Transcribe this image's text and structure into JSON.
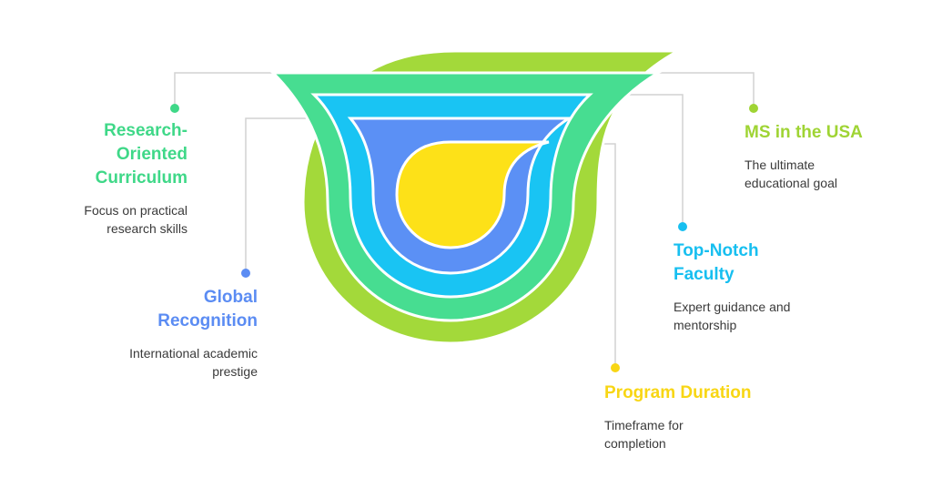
{
  "colors": {
    "green": "#a3d93a",
    "mint": "#47dd91",
    "sky": "#19c4f3",
    "blue": "#5b90f5",
    "yellow": "#fde118",
    "connector": "#d2d2d2"
  },
  "items": [
    {
      "title": "MS in the USA",
      "description": "The ultimate educational goal",
      "color": "#9fd434"
    },
    {
      "title": "Research-Oriented Curriculum",
      "description": "Focus on practical research skills",
      "color": "#3fd888"
    },
    {
      "title": "Top-Notch Faculty",
      "description": "Expert guidance and mentorship",
      "color": "#17bff0"
    },
    {
      "title": "Global Recognition",
      "description": "International academic prestige",
      "color": "#5b8cf3"
    },
    {
      "title": "Program Duration",
      "description": "Timeframe for completion",
      "color": "#f8d614"
    }
  ]
}
